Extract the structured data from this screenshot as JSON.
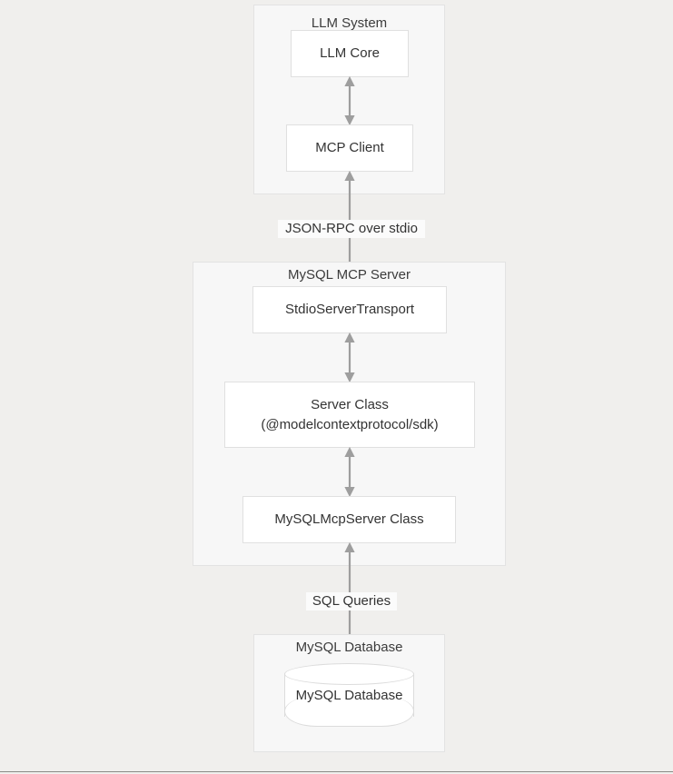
{
  "diagram": {
    "type": "flowchart",
    "direction": "top-to-bottom",
    "background_color": "#f0efed",
    "group_fill": "#f7f7f7",
    "node_fill": "#ffffff",
    "edge_color": "#9e9e9e",
    "groups": [
      {
        "id": "llm-system",
        "title": "LLM System",
        "nodes": [
          {
            "id": "llm-core",
            "label": "LLM Core",
            "shape": "rect"
          },
          {
            "id": "mcp-client",
            "label": "MCP Client",
            "shape": "rect"
          }
        ]
      },
      {
        "id": "mysql-mcp-server",
        "title": "MySQL MCP Server",
        "nodes": [
          {
            "id": "stdio-server-transport",
            "label": "StdioServerTransport",
            "shape": "rect"
          },
          {
            "id": "server-class",
            "label": "Server Class\n(@modelcontextprotocol/sdk)",
            "shape": "rect"
          },
          {
            "id": "mysql-mcp-server-class",
            "label": "MySQLMcpServer Class",
            "shape": "rect"
          }
        ]
      },
      {
        "id": "mysql-database-group",
        "title": "MySQL Database",
        "nodes": [
          {
            "id": "mysql-database-cylinder",
            "label": "MySQL Database",
            "shape": "cylinder"
          }
        ]
      }
    ],
    "edges": [
      {
        "id": "edge-llm-core-mcp-client",
        "from": "llm-core",
        "to": "mcp-client",
        "label": "",
        "arrows": "both"
      },
      {
        "id": "edge-mcp-client-stdio",
        "from": "mcp-client",
        "to": "stdio-server-transport",
        "label": "JSON-RPC over stdio",
        "arrows": "both"
      },
      {
        "id": "edge-stdio-server-class",
        "from": "stdio-server-transport",
        "to": "server-class",
        "label": "",
        "arrows": "both"
      },
      {
        "id": "edge-server-class-mysqlmcp",
        "from": "server-class",
        "to": "mysql-mcp-server-class",
        "label": "",
        "arrows": "both"
      },
      {
        "id": "edge-mysqlmcp-database",
        "from": "mysql-mcp-server-class",
        "to": "mysql-database-cylinder",
        "label": "SQL Queries",
        "arrows": "both"
      }
    ],
    "edge_labels": {
      "json_rpc": "JSON-RPC over stdio",
      "sql_queries": "SQL Queries"
    }
  }
}
